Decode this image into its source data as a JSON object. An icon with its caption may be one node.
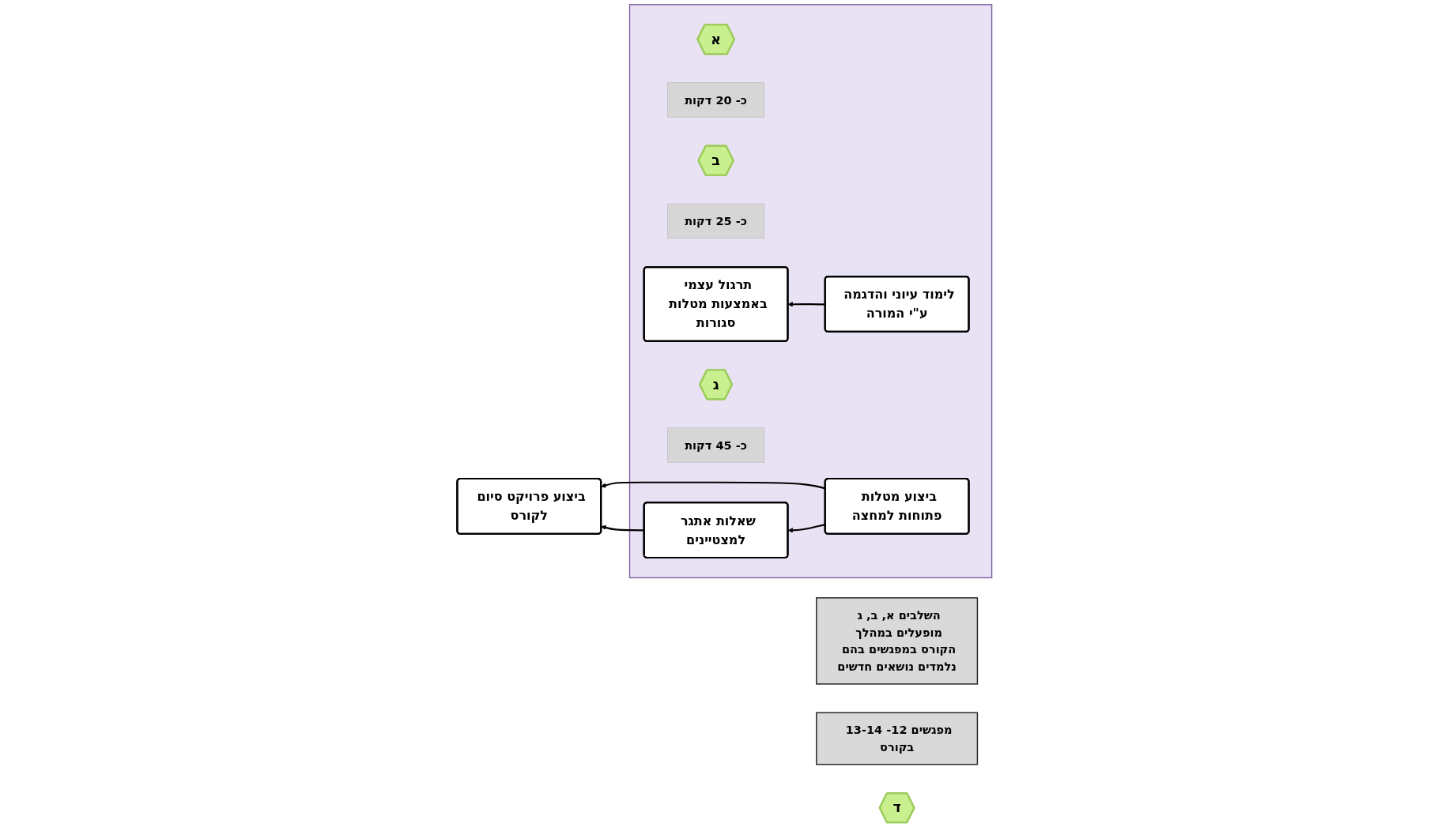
{
  "diagram": {
    "nodes": [
      {
        "text": [
          "השלבים א, ב, ג מופעלים במהלך הקורס במפגשים בהם נלמדים נושאים חדשים"
        ]
      },
      {
        "text": [
          "מפגשים 12- 13-14 בקורס"
        ]
      },
      {
        "text": [],
        "shape": "box"
      },
      {
        "text": [
          "א"
        ],
        "in": 2
      },
      {
        "text": [
          "כ- 20 דקות"
        ],
        "in": 2
      },
      {
        "text": [
          "לימוד עיוני והדגמה ע\"י המורה"
        ],
        "in": 2
      },
      {
        "text": [
          "ב"
        ],
        "in": 2
      },
      {
        "text": [
          "כ- 25 דקות"
        ],
        "in": 2
      },
      {
        "text": [
          "תרגול עצמי באמצעות מטלות סגורות"
        ],
        "in": 2
      },
      {
        "text": [
          "ג"
        ],
        "in": 2
      },
      {
        "text": [
          "כ- 45 דקות"
        ],
        "in": 2
      },
      {
        "text": [
          "ביצוע מטלות פתוחות למחצה"
        ],
        "in": 2
      },
      {
        "text": [
          "שאלות אתגר למצטיינים"
        ],
        "in": 2
      },
      {
        "text": [
          "ד"
        ]
      },
      {
        "text": [
          "ביצוע פרויקט סיום לקורס"
        ]
      }
    ],
    "edges": [
      {
        "from": 5,
        "to": 8,
        "arrow": "to"
      },
      {
        "from": 11,
        "to": 14,
        "arrow": "to"
      },
      {
        "from": 11,
        "to": 12,
        "arrow": "to"
      },
      {
        "from": 12,
        "to": 14,
        "arrow": "to"
      }
    ]
  }
}
